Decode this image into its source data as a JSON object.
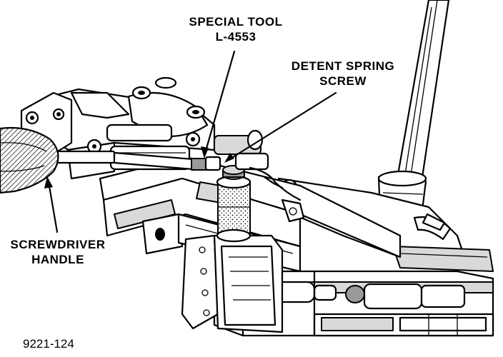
{
  "labels": {
    "special_tool_line1": "SPECIAL TOOL",
    "special_tool_line2": "L-4553",
    "detent_spring_line1": "DETENT SPRING",
    "detent_spring_line2": "SCREW",
    "screwdriver_line1": "SCREWDRIVER",
    "screwdriver_line2": "HANDLE"
  },
  "figure_number": "9221-124"
}
